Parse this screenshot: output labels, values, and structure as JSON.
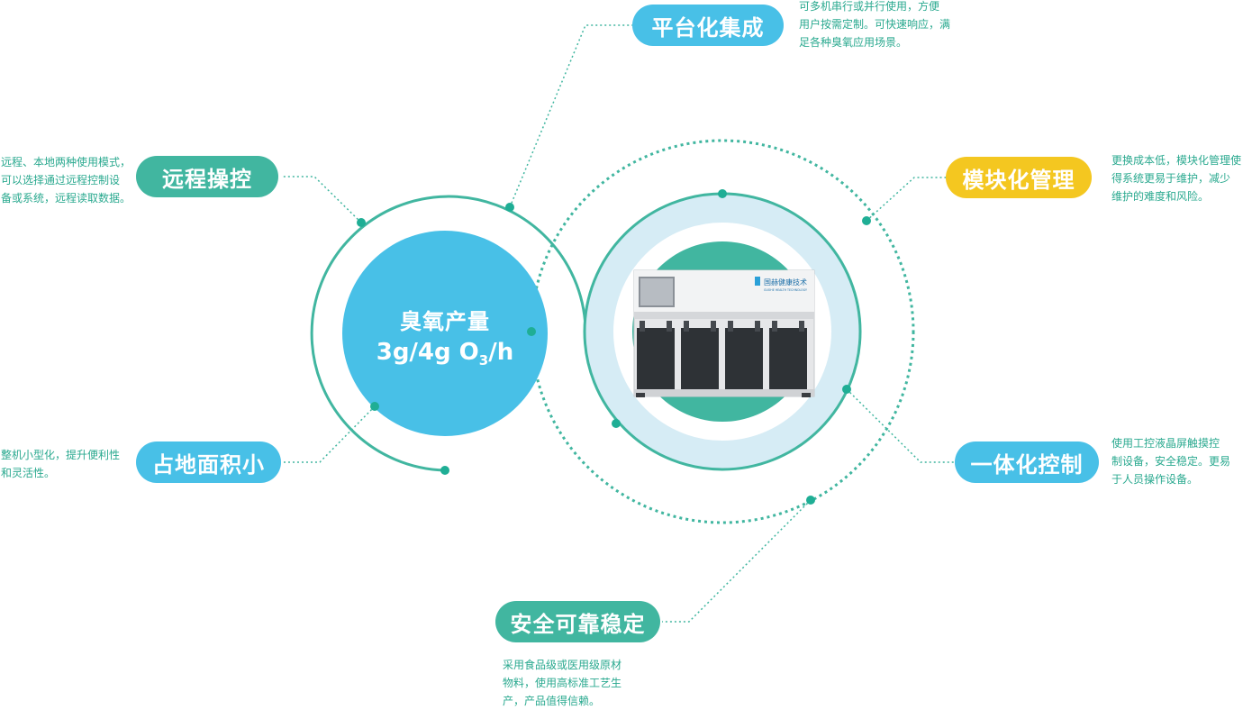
{
  "colors": {
    "teal": "#41b6a0",
    "blue": "#48c0e7",
    "yellow": "#f4c720",
    "text": "#2aa98f"
  },
  "center": {
    "title": "臭氧产量",
    "value_main": "3g/4g O",
    "value_sub": "3",
    "value_tail": "/h"
  },
  "device": {
    "brand": "国赫健康技术",
    "brand_en": "GUOHE HEALTH TECHNOLOGY"
  },
  "features": [
    {
      "key": "platform",
      "label": "平台化集成",
      "color": "blue",
      "desc": [
        "可多机串行或并行使用，方便",
        "用户按需定制。可快速响应，满",
        "足各种臭氧应用场景。"
      ]
    },
    {
      "key": "remote",
      "label": "远程操控",
      "color": "teal",
      "desc": [
        "远程、本地两种使用模式，",
        "可以选择通过远程控制设",
        "备或系统，远程读取数据。"
      ]
    },
    {
      "key": "modular",
      "label": "模块化管理",
      "color": "yellow",
      "desc": [
        "更换成本低，模块化管理使",
        "得系统更易于维护，减少",
        "维护的难度和风险。"
      ]
    },
    {
      "key": "compact",
      "label": "占地面积小",
      "color": "blue",
      "desc": [
        "整机小型化，提升便利性",
        "和灵活性。"
      ]
    },
    {
      "key": "integrated",
      "label": "一体化控制",
      "color": "blue",
      "desc": [
        "使用工控液晶屏触摸控",
        "制设备，安全稳定。更易",
        "于人员操作设备。"
      ]
    },
    {
      "key": "safety",
      "label": "安全可靠稳定",
      "color": "teal",
      "desc": [
        "采用食品级或医用级原材",
        "物料，使用高标准工艺生",
        "产，产品值得信赖。"
      ]
    }
  ]
}
